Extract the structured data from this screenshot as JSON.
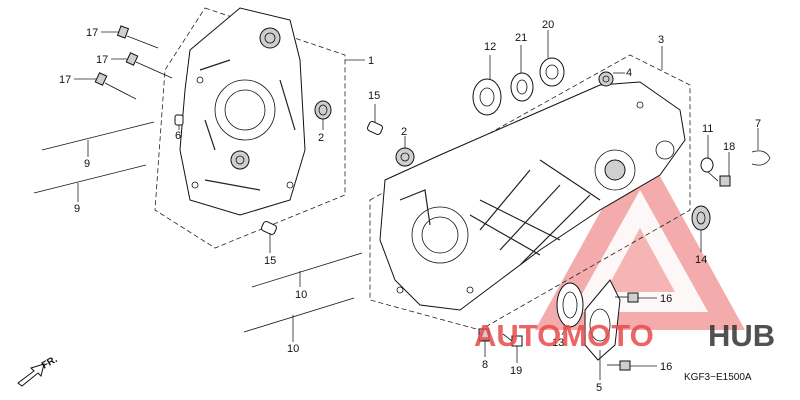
{
  "diagram": {
    "code": "KGF3−E1500A",
    "front_label": "FR.",
    "watermark": {
      "brand_prefix": "AUTOMOTO",
      "brand_suffix": "HUB",
      "color_accent": "#e84b4b",
      "color_dark": "#333333"
    },
    "parts": [
      {
        "id": "p17a",
        "label": "17"
      },
      {
        "id": "p17b",
        "label": "17"
      },
      {
        "id": "p17c",
        "label": "17"
      },
      {
        "id": "p1",
        "label": "1"
      },
      {
        "id": "p15a",
        "label": "15"
      },
      {
        "id": "p2a",
        "label": "2"
      },
      {
        "id": "p6",
        "label": "6"
      },
      {
        "id": "p9a",
        "label": "9"
      },
      {
        "id": "p9b",
        "label": "9"
      },
      {
        "id": "p15b",
        "label": "15"
      },
      {
        "id": "p12",
        "label": "12"
      },
      {
        "id": "p21",
        "label": "21"
      },
      {
        "id": "p20",
        "label": "20"
      },
      {
        "id": "p3",
        "label": "3"
      },
      {
        "id": "p4",
        "label": "4"
      },
      {
        "id": "p2b",
        "label": "2"
      },
      {
        "id": "p11",
        "label": "11"
      },
      {
        "id": "p18",
        "label": "18"
      },
      {
        "id": "p7",
        "label": "7"
      },
      {
        "id": "p14",
        "label": "14"
      },
      {
        "id": "p10a",
        "label": "10"
      },
      {
        "id": "p10b",
        "label": "10"
      },
      {
        "id": "p16a",
        "label": "16"
      },
      {
        "id": "p16b",
        "label": "16"
      },
      {
        "id": "p13",
        "label": "13"
      },
      {
        "id": "p8",
        "label": "8"
      },
      {
        "id": "p19",
        "label": "19"
      },
      {
        "id": "p5",
        "label": "5"
      }
    ]
  }
}
